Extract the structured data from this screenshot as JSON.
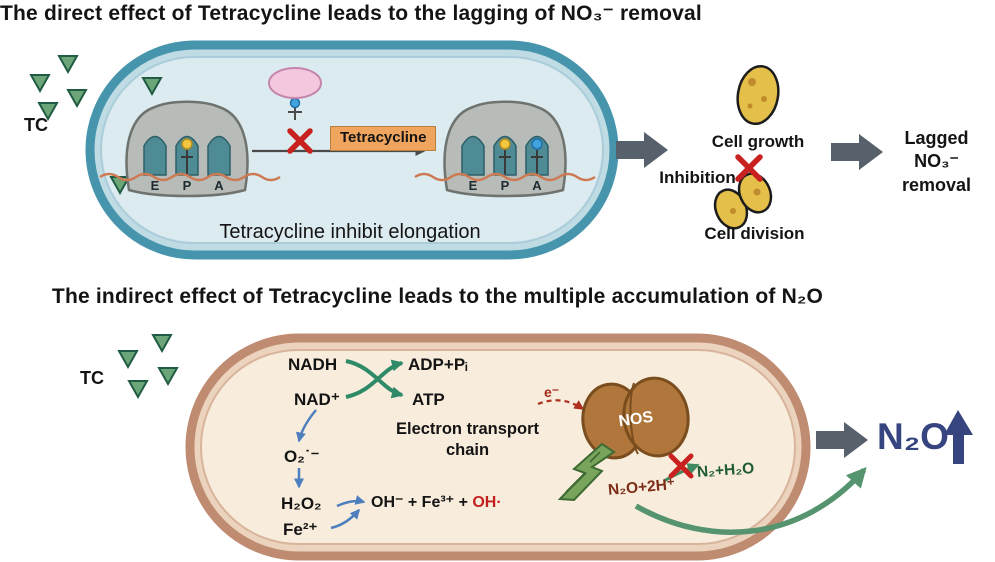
{
  "colors": {
    "membrane_top": "#4795ad",
    "cytoplasm_top": "#dcebf0",
    "membrane_bottom": "#bf8c72",
    "cytoplasm_bottom": "#f8ecdc",
    "tc_triangle_green": "#6ba578",
    "inhibit_red": "#c92020",
    "tetracycline_box_bg": "#efa55e",
    "flow_arrow_gray": "#57616b",
    "ros_arrow_blue": "#4d7fbe",
    "reaction_teal": "#2f8a68",
    "n2o_navy": "#36457f",
    "nos_brown": "#b0763b",
    "mrna_orange": "#cd7a52"
  },
  "top": {
    "title": "The direct effect of Tetracycline leads to the lagging of NO₃⁻ removal",
    "tc": "TC",
    "tetracycline_box": "Tetracycline",
    "caption_bold": "Tetracycline",
    "caption_rest": " inhibit elongation",
    "sites": [
      "E",
      "P",
      "A"
    ],
    "cell_growth": "Cell growth",
    "inhibition": "Inhibition",
    "cell_division": "Cell division",
    "lagged": "Lagged\nNO₃⁻\nremoval"
  },
  "bottom": {
    "title": "The indirect effect of Tetracycline leads to the multiple accumulation of N₂O",
    "tc": "TC",
    "nadh": "NADH",
    "adp_pi": "ADP+Pᵢ",
    "nad_plus": "NAD⁺",
    "atp": "ATP",
    "etc_chain": "Electron transport\nchain",
    "superoxide": "O₂˙⁻",
    "h2o2": "H₂O₂",
    "fenton_black": "OH⁻ + Fe³⁺ + ",
    "fenton_red": "OH·",
    "fe2": "Fe²⁺",
    "electron": "e⁻",
    "nos": "NOS",
    "n2o_2h": "N₂O+2H⁺",
    "n2_h2o": "N₂+H₂O",
    "n2o_out": "N₂O"
  }
}
